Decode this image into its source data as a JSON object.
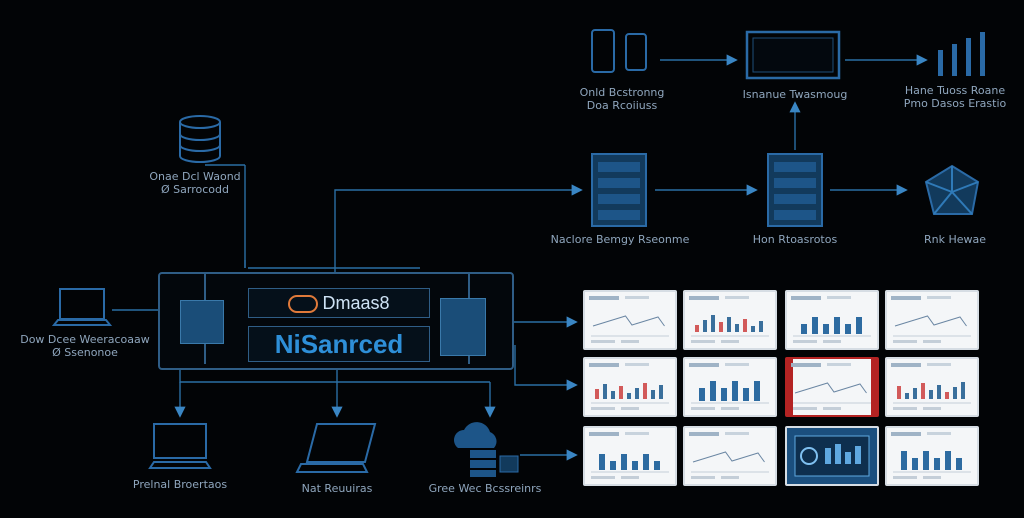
{
  "hub": {
    "logo_text": "Dmaas8",
    "brand_text": "NiSanrced"
  },
  "nodes": {
    "top_source": [
      "Onld Bcstronng",
      "Doa Rcoiiuss"
    ],
    "top_mid": "Isnanue Twasmoug",
    "top_right": [
      "Hane Tuoss Roane",
      "Pmo Dasos Erastio"
    ],
    "row2_left": [
      "Onae Dcl Waond",
      "Ø Sarrocodd"
    ],
    "row2_a": "Naclore Bemgy Rseonme",
    "row2_b": "Hon Rtoasrotos",
    "row2_c": "Rnk Hewae",
    "left": [
      "Dow Dcee Weeracoaaw",
      "Ø Ssenonoe"
    ],
    "bottom_a": "Prelnal Broertaos",
    "bottom_b": "Nat Reuuiras",
    "bottom_c": "Gree Wec Bcssreinrs"
  },
  "dashboard_panels": [
    {
      "style": "light"
    },
    {
      "style": "light"
    },
    {
      "style": "light"
    },
    {
      "style": "light"
    },
    {
      "style": "light"
    },
    {
      "style": "light"
    },
    {
      "style": "red"
    },
    {
      "style": "light"
    },
    {
      "style": "light"
    },
    {
      "style": "light"
    },
    {
      "style": "blue"
    },
    {
      "style": "light"
    }
  ],
  "colors": {
    "line": "#2b6ea3",
    "icon": "#2a6aa6",
    "accent_red": "#b42323",
    "brand_blue": "#2e8fd8"
  }
}
